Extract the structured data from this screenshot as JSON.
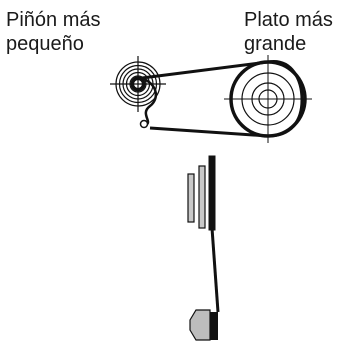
{
  "labels": {
    "smallest_sprocket": [
      "Piñón más",
      "pequeño"
    ],
    "largest_chainring": [
      "Plato más",
      "grande"
    ]
  }
}
